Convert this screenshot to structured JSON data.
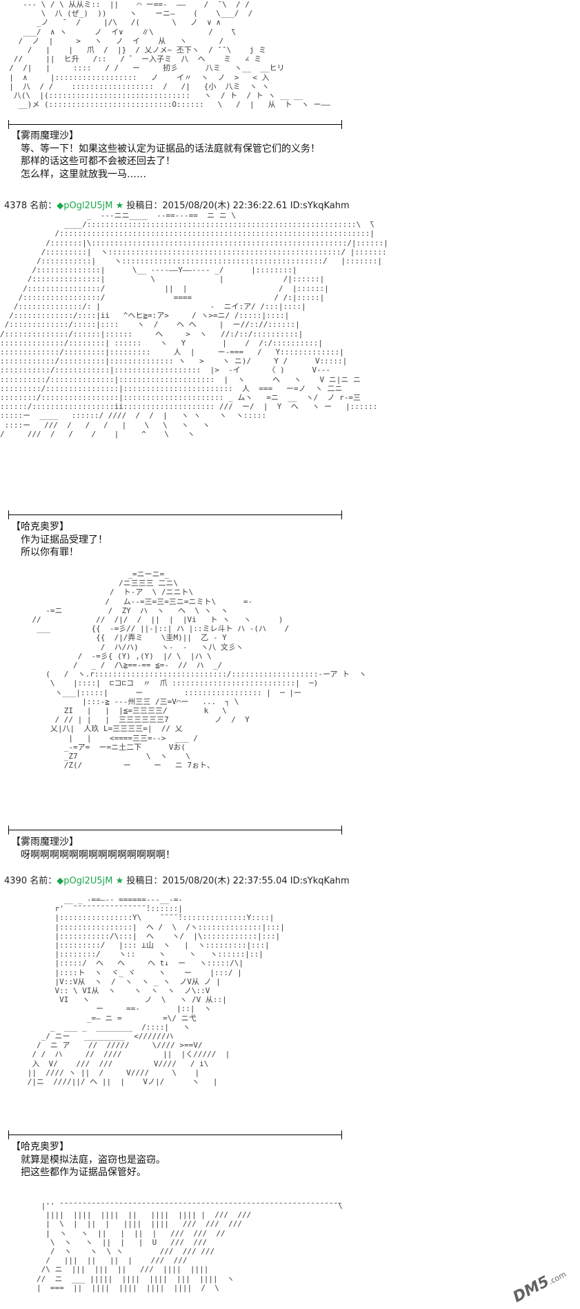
{
  "posts": [
    {
      "art": "     --- \\ / \\ 从从ミ::  ||    ⌒ ー==-  ——    /  ̄ \\  / /\n         \\  八 (ぜ_)  ))     ヽ    ーニ—    (    \\___/  /\n        _ノ   ̄   /     |/\\   /(       \\   ノ  ∨ ∧\n     ___/  ∧ ヽ      ノ  イ∨    ∥\\            /    ̄\\\n    /  ノ  |     >   ヽ   ノ  イ    从   ヽ       /\n      /   |    |   爪  /  |}  / 乂ノメ~ 丕下ヽ  / ̄ ̄ \\    j ミ\n   //     ||  ヒ升   /::   / ゛ ー入子ミ  八  ヘ    ミ   ∠ ミ\n  /  /|   |     ::::   / /   ー     扨彡      八ミ   ヽ__  __ヒリ\n  |  ∧     |::::::::::::::::::   ノ    イ〃  ヽ  ノ  >   < 入\n  |  八  / /    ::::::::::::::::::  /   /|   {小  八ミ  ヽ ヽ\n   八(\\  |(:::::::::::::::::::::::::::::::   ヽ  / ト  / ト ヽ __ __\n    __)メ (:::::::::::::::::::::::::::O::::::   \\   /  |   从  ト  ヽ ー——",
      "speaker": "【雾雨魔理沙】",
      "lines": [
        "等、等一下！如果这些被认定为证据品的话法庭就有保管它们的义务！",
        "那样的话这些可都不会被还回去了！",
        "怎么样，这里就放我一马……"
      ]
    },
    {
      "header": {
        "num_name": "4378 名前：",
        "trip": "◆pOgl2U5jM",
        "star": "★",
        "date": "投稿日：2015/08/20(木) 22:36:22.61 ID:sYkqKahm"
      },
      "art": "                   _  ---ニニ____  --==---==  ニ ニ \\\n              ____/:::::::::::::::::::::::::::::::::::::::::::::::::::::::::::\\  ̄\\\n            /::::::::::::::::::::::::::::::::::::::::::::::::::::::::::::::::::::|  \n          /:::::::|\\::::::::::::::::::::::::::::::::::::::::::::::::::::::::/|::::::|\n         /:::::::::|  ヽ:::::::::::::::::::::::::::::::::::::::::::::::::::/ |:::::::|\n        /:::::::::::|    ヽ::::::::::::::::::::::::::::::::::::::::::::/   |:::::::|\n       /::::::::::::::|      \\__ ----——Y——---- _/      |::::::::|\n      /:::::::::::::::|          \\              |             /|::::::|\n     /::::::::::::::::/             ||  |                    /  |::::::|\n    /:::::::::::::::::/               ====                  / /:|:::::|\n   /::::::::::::::/: |                        -  ニイ:ア/ /:::|::::|\n  /:::::::::::::/::::|ii   ^ヘヒ≧=:ア>     / ヽ>=ニ/ /:::::|::::|\n /:::::::::::::/:::::|::::    ヽ  /    ヘ ヘ     |  ー//:://::::::|\n/::::::::::::::/::::::|::::::     ヘ     >  ヽ   //:/::/::::::::::|\n::::::::::::::/::::::::| ::::::    ヽ   Y        |    /  /:/::::::::::|\n:::::::::::::/:::::::::|:::::::::     人  |     ー-===   /   Y:::::::::::::|\n::::::::::::/::::::::::|:::::::::::::: ヽ   >    ヽ ニ)/     Y /      V:::::|\n:::::::::::/::::::::::::|:::::::::::::::::::  |>  -イ      〈 )      V---\n::::::::::/::::::::::::::|:::::::::::::::::::::  |  ヽ      へ   ヽ    V ニ|ニ ニ\n:::::::::/::::::::::::::::|::::::::::::::::::::::::  人  ===   ー=ノ  ヽ 二ニ\n::::::::/:::::::::::::::::|:::::::::::::::::::::: _ ムヽ   =ニ  __  ヽ/  ノ r-=三\n::::::/::::::::::::::::::ii:::::::::::::::::::: ///  ー/  |  Y  ヘ   ヽ ー   |::::::\n:::::ー  ____   ::::::/ ////  /  /  |   ヽ ヽ    ヽ  ヽ:::::\n ::::ー   ///  /   /   /   |    \\   \\   ヽ   ヽ\n/     ///  /   /    /    |     ^    \\    ヽ",
      "speaker": "【哈克奥罗】",
      "lines": [
        "作为证据品受理了！",
        "所以你有罪！"
      ]
    },
    {
      "art": "                            _=ニーニ=_\n                          /ニ三三三 二ニ\\\n                        /  ト-ア  \\ /ニニト\\\n                       /   ム--=三=三=三ニ=ニミト\\      =-\n          -=ニ          /  ZY  ハ  ヽ   ヘ  \\ ヽ  ヽ\n       //            //  /|/  /  ||  |  |Vi   ト ヽ   ヽ      )\n        ___         {{  -=彡// ||-|::| ハ |::ミレ斗ト ハ -(ハ    /\n                     {{  /|/弄ミ    \\圭M)||  乙 - Y\n                      /  ハ/ハ)     ヽ-  -   ヽ八 文彡ヽ\n                 /  -=彡{ (Y) ,(Y)  |/ \\  |ハ \\\n                /   _ /  /\\≧==-== ≦=-  //  ハ  _/\n          (   /  ヽ.r:::::::::::::::::::::::::::::/:::::::::::::::::::-ーア ト  ヽ\n           \\    |::::|  ⊏コ⊏コ  〃  爪 :::::::::::::::::::::::::::|  ─)\n            ヽ___|:::::|      ー         ::::::::::::::::: |  ─ |ー\n                  |:::-≧ ---州三三 /三=V⌒ー   ...  ┐ \\\n              ZI   |   |  |≦=三三三三/        k   \\\n            / // | |   |  三三三三三三7          ノ  /  Y\n           乂|八|  人玖 L=三三三三=|  // 乂\n               |   |    <====三三=-->  ___ /\n              _-=ア=  ー=ニ土二下      Vお(\n              _Z7               \\  ヽ    \\\n              /Z(/         ー     ー   ニ 7ぉト、",
      "speaker": "【雾雨魔理沙】",
      "lines": [
        "呀啊啊啊啊啊啊啊啊啊啊啊啊啊啊！"
      ]
    },
    {
      "header": {
        "num_name": "4390 名前：",
        "trip": "◆pOgl2U5jM",
        "star": "★",
        "date": "投稿日：2015/08/20(木) 22:37:55.04 ID:sYkqKahm"
      },
      "art": "              __ _ -==—-- ======---__-=-\n            r'  ̄ ̄ ̄ ̄ ̄ ̄ ̄ ̄ ̄ ̄ ̄ ̄ ̄ ̄ ̄ ̄ ̄:::::::|\n            |::::::::::::::::Y\\    ̄ ̄ ̄ ̄ ̄:::::::::::::::Y::::|\n            |::::::::::::::::|  ヘ /  \\  /ヽ::::::::::::::|:::|\n            |:::::::::::/\\:::|  ヘ    ヽ/  |\\::::::::::::|:::|\n            |:::::::::/   |::: ⊥山  ヽ   |  ヽ:::::::::|:::|\n            |::::::::/    ヽ::     ヽ     ヽ   ヽ::::::|::|\n            |:::::/  ヘ   ヘ     ヘ t↓  ー   ヽ:::::/\\|\n            |::::ト  ヽ  ヾ_ ヾ     ヽ    ー    |:::/ |\n            |V::V从  ヽ  /  ヽ  ヽ _ ヽ  ノV从 ノ |\n            V:: \\ VI从  ヽ    ヽ  ヽ  ヽ  ノ\\::V\n             VI   ヽ            ノ  \\   ヽ /V 从::|\n                     ー     ==-        |::|  ヽ\n                   _=— ニ =         =\\/ ニ弋\n           _  ___ _  ________  /::::|   ヽ\n         _/ ニー   _________  <//////ハ\n        /  ニ ア    //  /////     \\//// >==V/\n       / /  ハ     //  ////         ||  |く/////  |\n       入  V/    ///  ///         V////   / i\\\n      ||  //// ヽ ||  /     V////     \\    |\n      /|ニ  ////||/ へ ||  |    Vノ|/      ヽ   |",
      "speaker": "【哈克奥罗】",
      "lines": [
        "就算是模拟法庭，盗窃也是盗窃。",
        "把这些都作为证据品保管好。"
      ]
    }
  ],
  "bottom_art": "         |'' ̄ ̄ ̄ ̄ ̄ ̄ ̄ ̄ ̄ ̄ ̄ ̄ ̄ ̄ ̄ ̄ ̄ ̄ ̄ ̄ ̄ ̄ ̄ ̄ ̄ ̄ ̄ ̄ ̄ ̄ ̄ ̄ ̄ ̄ ̄ ̄ ̄ ̄ ̄ ̄ ̄ ̄ ̄ ̄ ̄ ̄ ̄ ̄ ̄ ̄ ̄ ̄ ̄ ̄ ̄ ̄ ̄ ̄ ̄ ̄ ̄ ̄\\\n          ||||  ||||  ||||  ||   ||||  |||| |  ///  ///\n          |  \\  |  ||  |   ||||  ||||   ///  ///  ///\n          |  ヽ   ヽ  ||   |  ||  |   ///  ///  //\n           \\  ヽ   ヽ  ||  |   |  U   ///  ///\n           /  ヽ    ヽ  \\ ヽ        ///  /// ///\n          /   |||  ||   ||  |    ///  ///\n         /\\ ニ  |||  |||  ||   ///  ||||  ||||\n        //  ニ  ___ |||||  ||||  ||||  |||  ||||  ヽ\n        |  ===  ||  ||||  ||||  ||||  ||||  /  \\",
  "watermark": {
    "main": "DM5",
    "sub": ".com"
  }
}
